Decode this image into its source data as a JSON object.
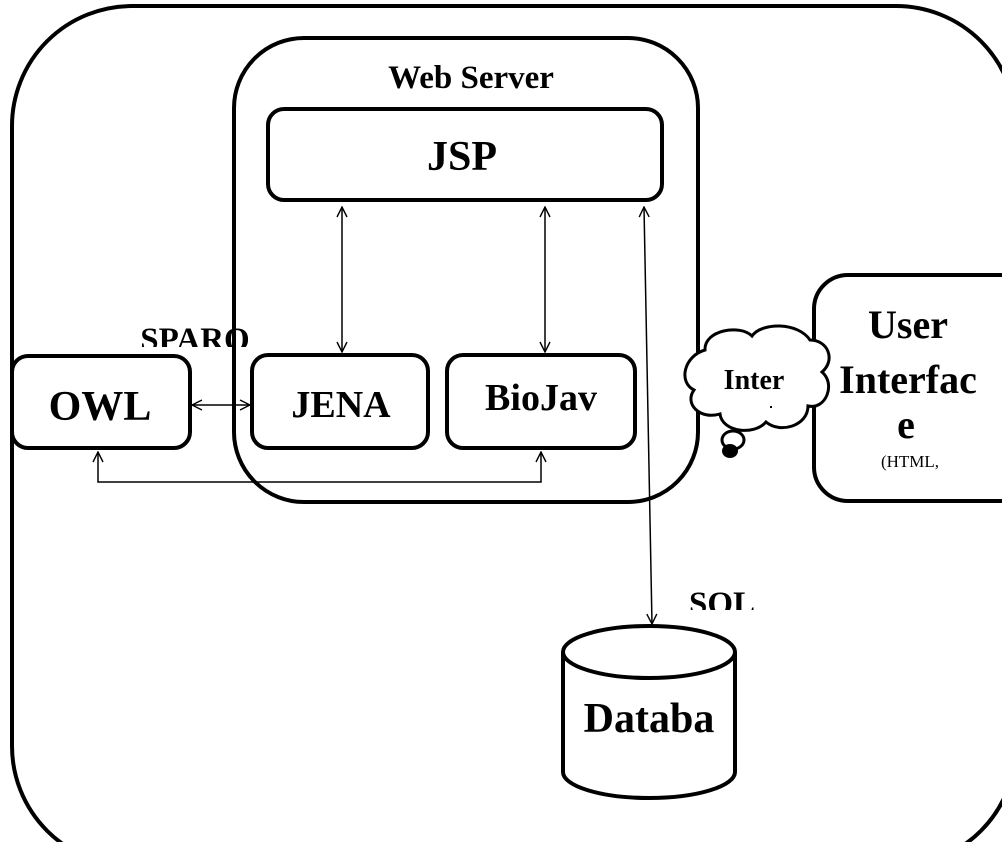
{
  "labels": {
    "web_server": "Web Server",
    "jsp": "JSP",
    "jena": "JENA",
    "biojava": "BioJav",
    "owl": "OWL",
    "sparql": "SPARQ",
    "internet": "Inter",
    "user_interface_line1": "User",
    "user_interface_line2": "Interfac",
    "user_interface_line3": "e",
    "user_interface_sub": "(HTML,",
    "sql": "SQL",
    "database": "Databa"
  }
}
